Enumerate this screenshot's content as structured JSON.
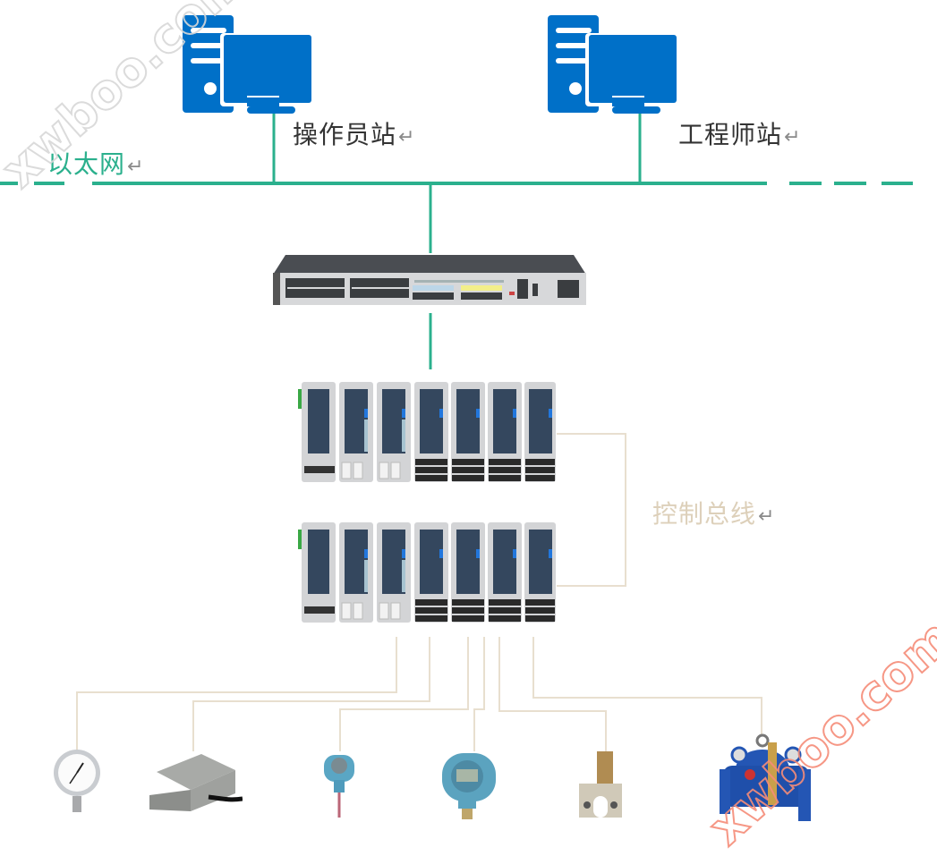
{
  "colors": {
    "ethernet_line": "#2bb08d",
    "control_bus_line": "#e8dfcf",
    "pc_icon": "#0070c8",
    "label_dark": "#333333",
    "label_ethernet": "#2bb08d",
    "label_control_bus": "#ddd0ba"
  },
  "stations": [
    {
      "label": "操作员站",
      "icon": "desktop-computer-icon"
    },
    {
      "label": "工程师站",
      "icon": "desktop-computer-icon"
    }
  ],
  "network": {
    "ethernet_label": "以太网",
    "switch_name": "network-switch",
    "control_bus_label": "控制总线",
    "return_mark": "↵"
  },
  "controllers": [
    {
      "name": "controller-rack-1",
      "modules": 7
    },
    {
      "name": "controller-rack-2",
      "modules": 7
    }
  ],
  "field_devices": [
    {
      "name": "pressure-gauge"
    },
    {
      "name": "junction-box-sensor"
    },
    {
      "name": "temperature-transmitter"
    },
    {
      "name": "pressure-transmitter"
    },
    {
      "name": "solenoid-actuator"
    },
    {
      "name": "control-valve"
    }
  ],
  "watermarks": [
    "xwboo.com",
    "xwboo.com"
  ]
}
